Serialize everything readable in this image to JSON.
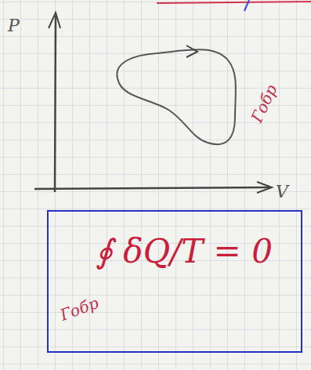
{
  "diagram": {
    "nodes": [
      {
        "text": [
          "∮ δQ/T = 0",
          "Гобр"
        ]
      }
    ],
    "labels": [
      "P",
      "V",
      "Гобр"
    ]
  }
}
